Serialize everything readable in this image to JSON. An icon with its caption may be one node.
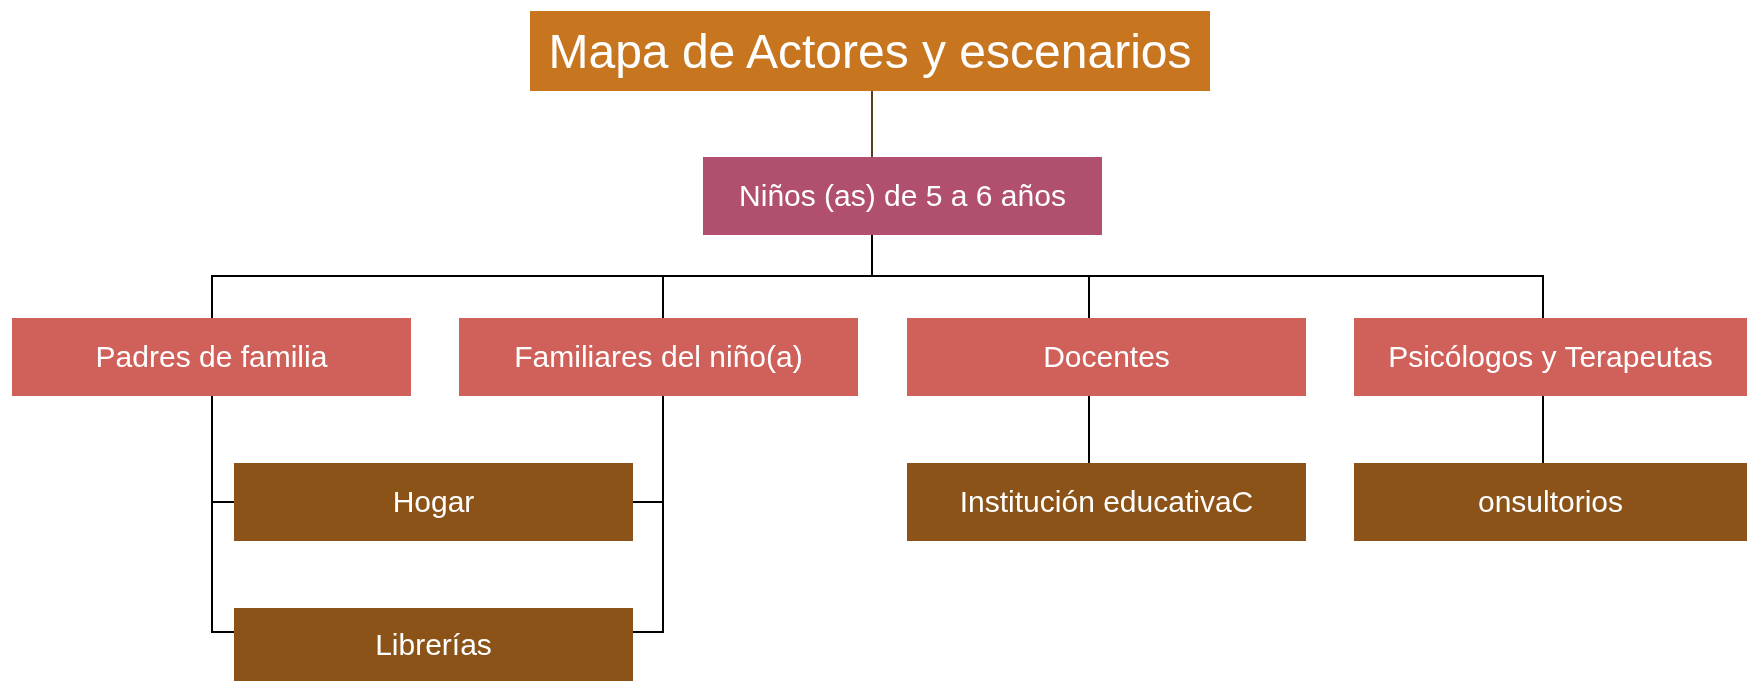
{
  "diagram": {
    "nodes": [
      {
        "text": [
          "Mapa de Actores y escenarios"
        ]
      },
      {
        "text": [
          "Niños (as) de 5 a 6 años"
        ]
      },
      {
        "text": [
          "Padres de familia"
        ]
      },
      {
        "text": [
          "Familiares del niño(a)"
        ]
      },
      {
        "text": [
          "Docentes"
        ]
      },
      {
        "text": [
          "Psicólogos y Terapeutas"
        ]
      },
      {
        "text": [
          "Hogar"
        ]
      },
      {
        "text": [
          "Librerías"
        ]
      },
      {
        "text": [
          "Institución educativaC"
        ]
      },
      {
        "text": [
          "onsultorios"
        ]
      }
    ],
    "edges": [
      {
        "from": 0,
        "to": 1,
        "arrow": "none",
        "color": "#5a3d1e"
      },
      {
        "from": 1,
        "to": 2,
        "arrow": "none"
      },
      {
        "from": 1,
        "to": 3,
        "arrow": "none"
      },
      {
        "from": 1,
        "to": 4,
        "arrow": "none"
      },
      {
        "from": 1,
        "to": 5,
        "arrow": "none"
      },
      {
        "from": 2,
        "to": 6,
        "arrow": "none"
      },
      {
        "from": 2,
        "to": 7,
        "arrow": "none"
      },
      {
        "from": 3,
        "to": 6,
        "arrow": "none"
      },
      {
        "from": 3,
        "to": 7,
        "arrow": "none"
      },
      {
        "from": 4,
        "to": 8,
        "arrow": "none"
      },
      {
        "from": 5,
        "to": 9,
        "arrow": "none"
      }
    ]
  }
}
